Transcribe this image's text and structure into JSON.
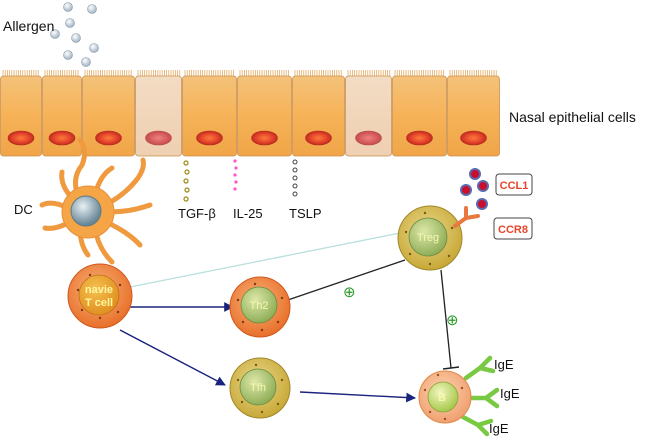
{
  "labels": {
    "allergen": "Allergen",
    "nasal": "Nasal epithelial cells",
    "dc": "DC",
    "tgf": "TGF-β",
    "il25": "IL-25",
    "tslp": "TSLP",
    "ccl1": "CCL1",
    "ccr8": "CCR8",
    "treg": "Treg",
    "naive_line1": "navie",
    "naive_line2": "T cell",
    "th2": "Th2",
    "tfh": "Tfh",
    "b": "B",
    "plus1": "⊕",
    "plus2": "⊕",
    "ige1": "IgE",
    "ige2": "IgE",
    "ige3": "IgE"
  },
  "colors": {
    "cell_orange": "#f7b34a",
    "pale_cell": "#f5dcc0",
    "nucleus_red": "#e0402a",
    "arrow_navy": "#1a237e",
    "ccl_red": "#e8452c",
    "plus_green": "#2e9b2e",
    "ige_green": "#7ac943",
    "ccr8_receptor": "#e87840",
    "ccl1_dot": "#c8102e"
  }
}
